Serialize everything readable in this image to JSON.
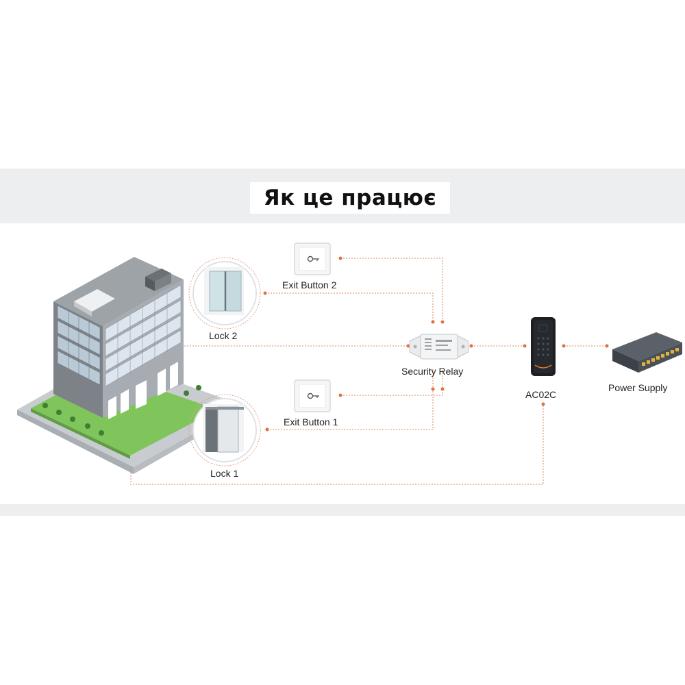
{
  "title": "Як це працює",
  "components": {
    "exit_button_2": "Exit Button 2",
    "exit_button_1": "Exit Button 1",
    "lock_2": "Lock 2",
    "lock_1": "Lock 1",
    "security_relay": "Security Relay",
    "reader": "AC02C",
    "power_supply": "Power Supply"
  },
  "colors": {
    "connector": "#e0a080",
    "connector_dot": "#e07040",
    "band": "#eceeef"
  }
}
